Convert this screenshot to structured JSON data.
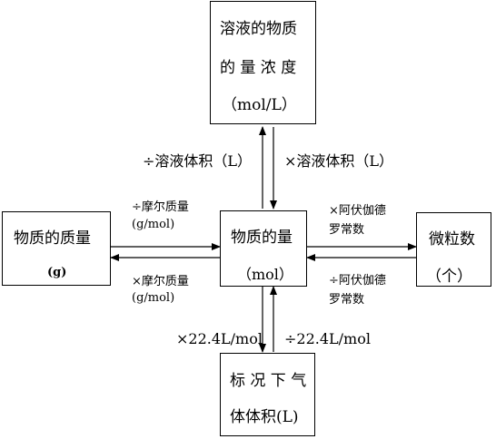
{
  "boxes": {
    "concentration": {
      "line1": "溶液的物质",
      "line2": "的 量 浓 度",
      "line3": "（mol/L）"
    },
    "mass": {
      "line1": "物质的质量",
      "line2": "(g)"
    },
    "amount": {
      "line1": "物质的量",
      "line2": "（mol）"
    },
    "particles": {
      "line1": "微粒数",
      "line2": "（个）"
    },
    "gas_volume": {
      "line1": "标 况 下 气",
      "line2": "体体积(L)"
    }
  },
  "labels": {
    "div_solution_volume": "÷溶液体积（L）",
    "mul_solution_volume": "×溶液体积（L）",
    "div_molar_mass_1": "÷摩尔质量",
    "div_molar_mass_2": "(g/mol)",
    "mul_molar_mass_1": "×摩尔质量",
    "mul_molar_mass_2": "(g/mol)",
    "mul_avogadro_1": "×阿伏伽德",
    "mul_avogadro_2": "罗常数",
    "div_avogadro_1": "÷阿伏伽德",
    "div_avogadro_2": "罗常数",
    "mul_molar_volume": "×22.4L/mol",
    "div_molar_volume": "÷22.4L/mol"
  }
}
